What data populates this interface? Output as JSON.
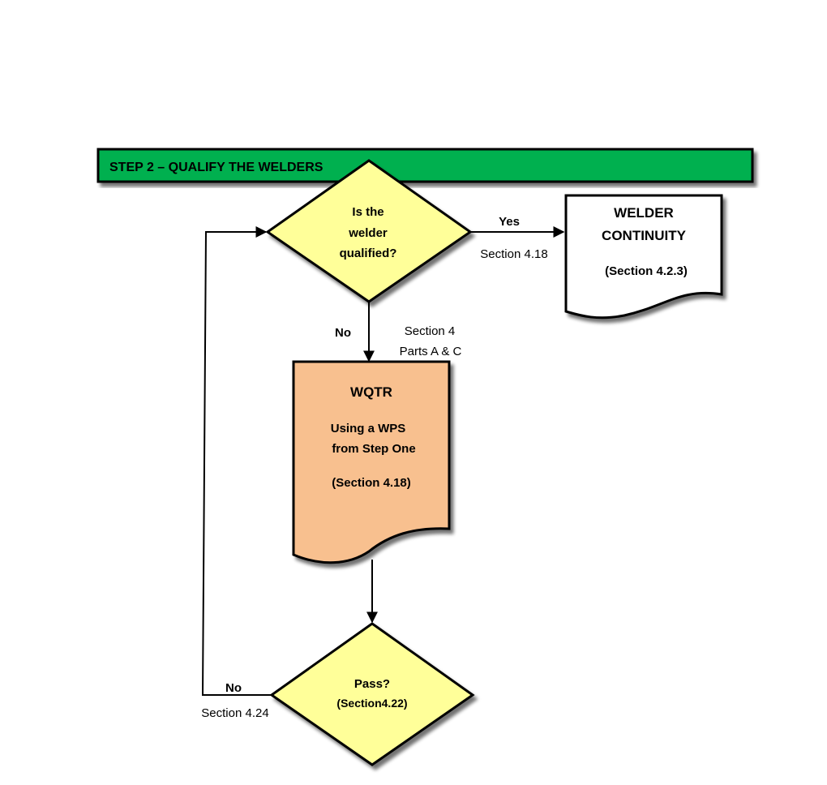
{
  "header": {
    "title": "STEP 2 – QUALIFY THE WELDERS"
  },
  "colors": {
    "header_green": "#00B050",
    "decision_yellow": "#FFFF99",
    "wqtr_orange": "#F8C08F",
    "document_white": "#FFFFFF"
  },
  "decision_qualified": {
    "lines": [
      "Is the",
      "welder",
      "qualified?"
    ]
  },
  "yes_branch": {
    "label": "Yes",
    "reference": "Section 4.18"
  },
  "welder_continuity": {
    "lines": [
      "WELDER",
      "CONTINUITY"
    ],
    "reference": "(Section 4.2.3)"
  },
  "no_branch_top": {
    "label": "No",
    "reference_lines": [
      "Section 4",
      "Parts A & C"
    ]
  },
  "wqtr": {
    "title": "WQTR",
    "lines": [
      "Using a WPS",
      "from Step One"
    ],
    "reference": "(Section 4.18)"
  },
  "decision_pass": {
    "label": "Pass?",
    "reference": "(Section4.22)"
  },
  "no_branch_bottom": {
    "label": "No",
    "reference": "Section 4.24"
  }
}
